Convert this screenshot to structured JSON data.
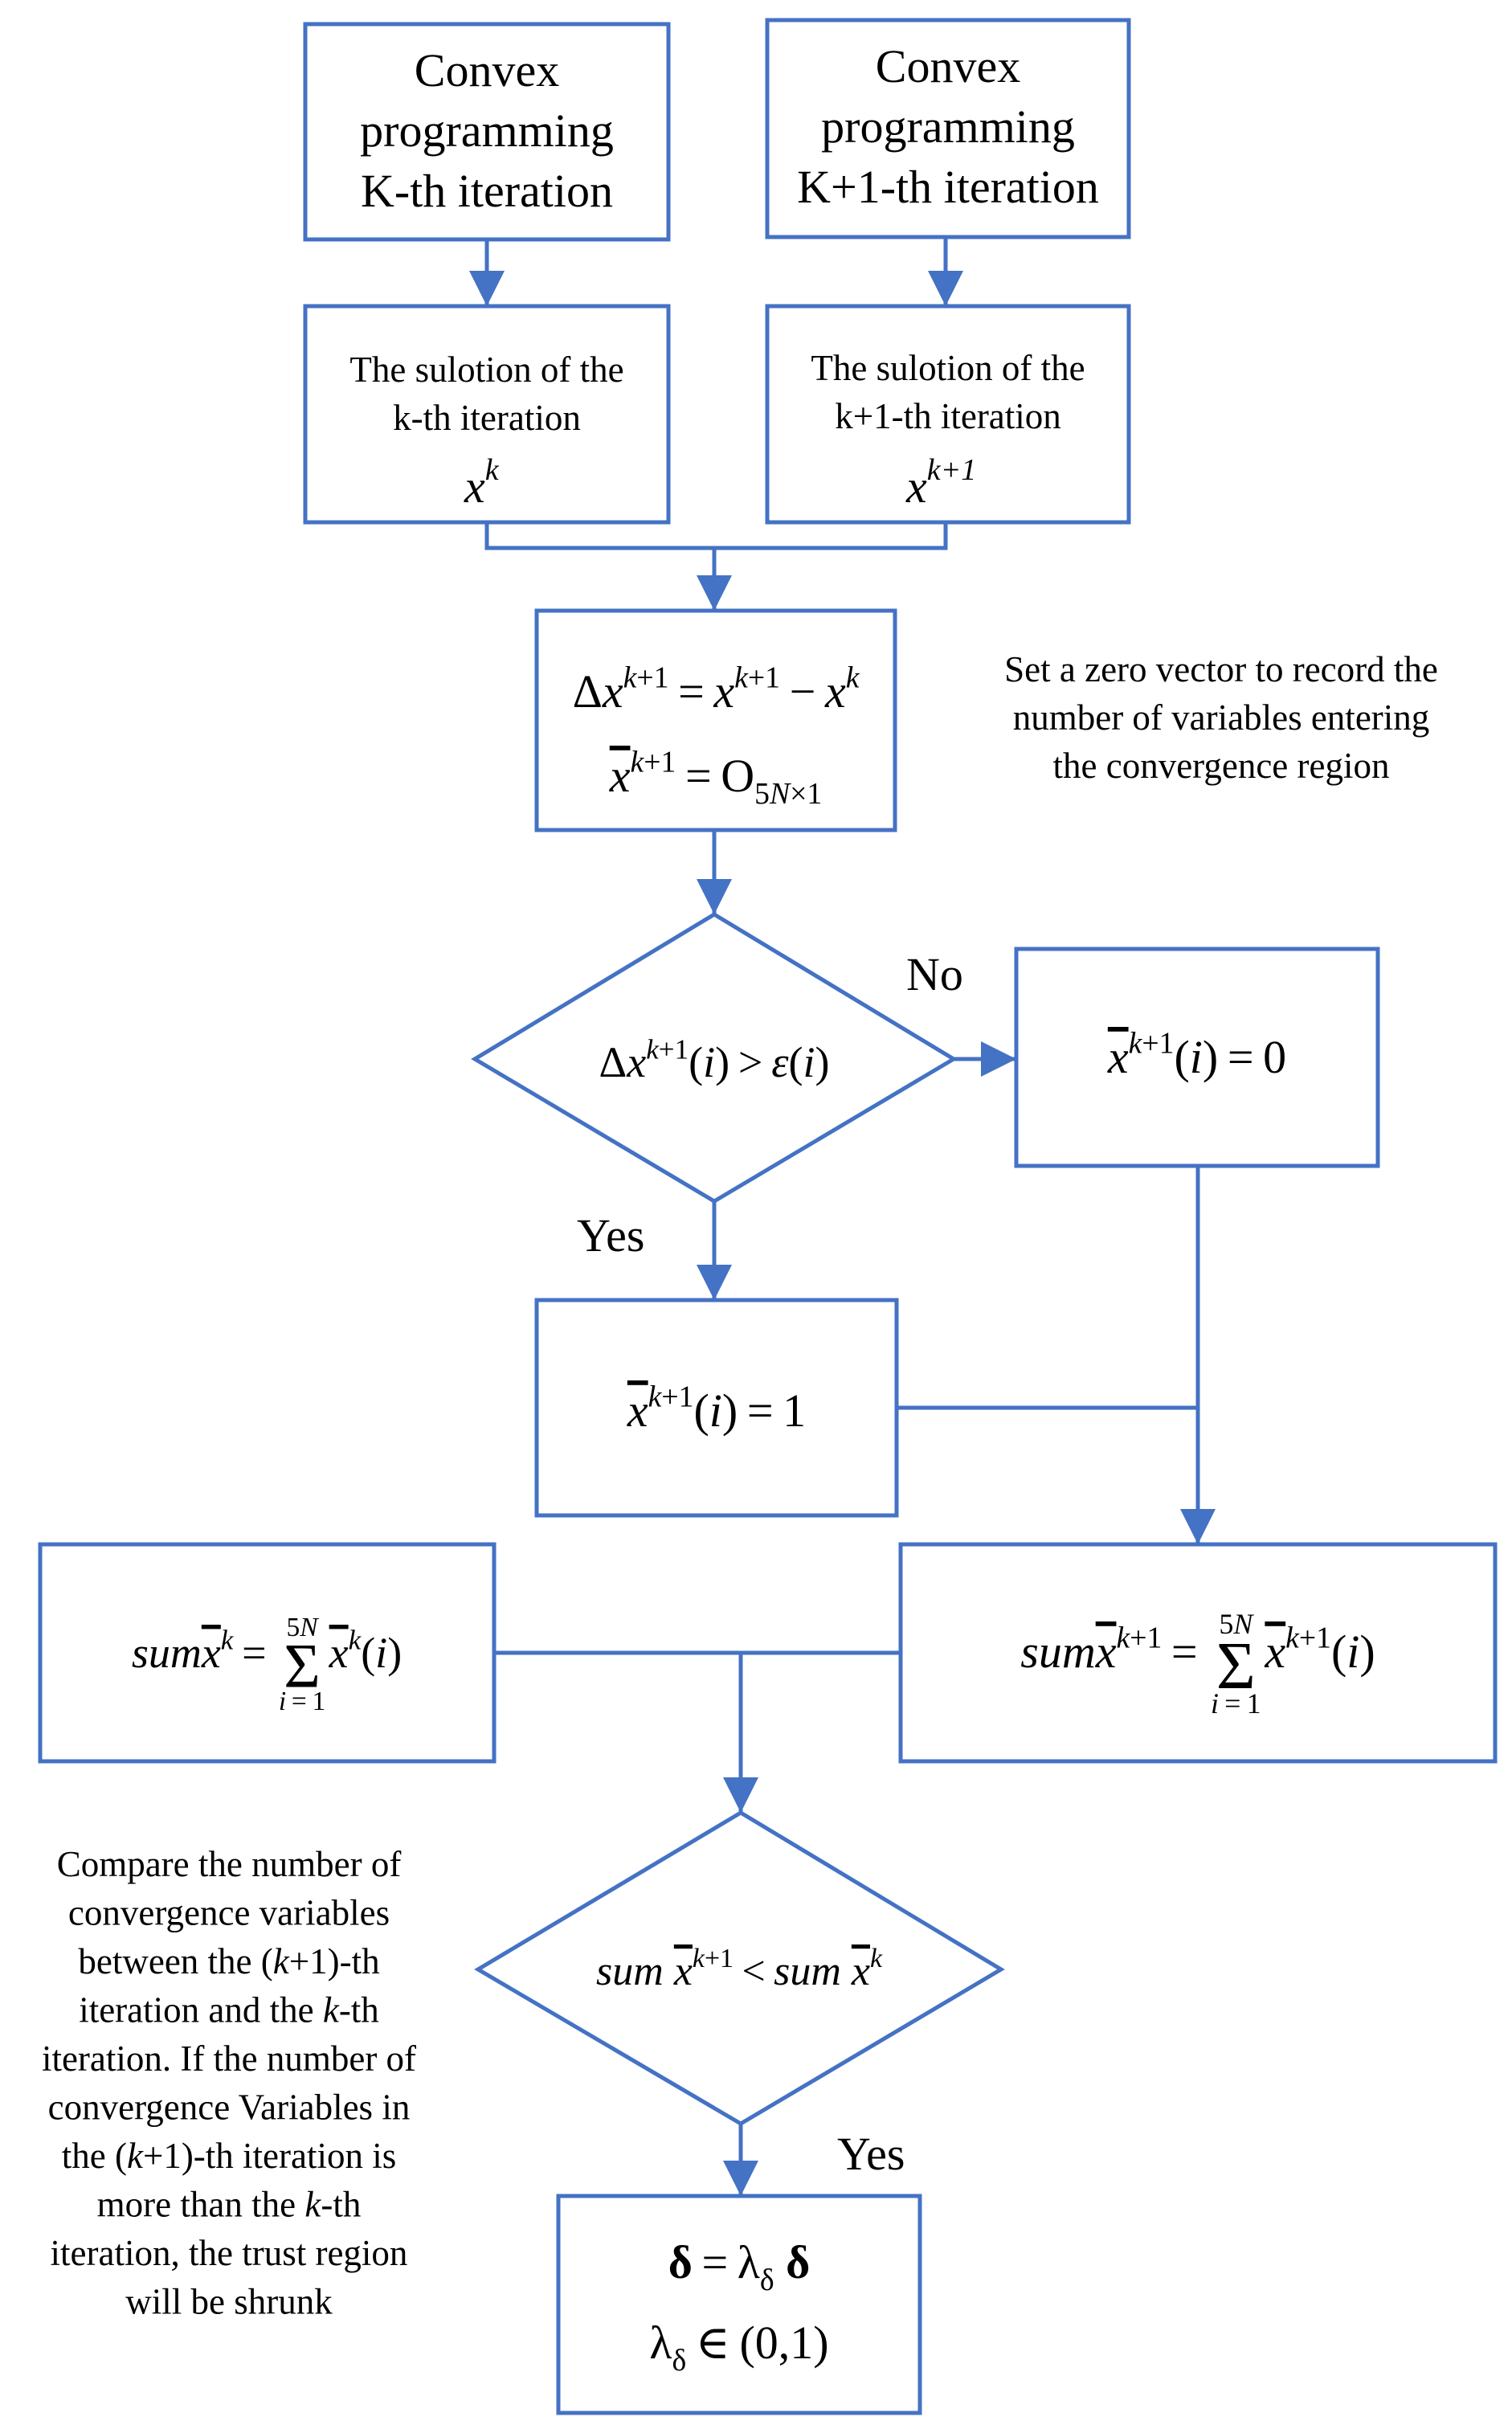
{
  "nodes": {
    "box1": {
      "lines": [
        "Convex",
        "programming",
        "K-th iteration"
      ]
    },
    "box2": {
      "lines": [
        "Convex",
        "programming",
        "K+1-th iteration"
      ]
    },
    "box3": {
      "lines": [
        "The sulotion of the",
        "k-th iteration"
      ],
      "var": "x",
      "sup": "k"
    },
    "box4": {
      "lines": [
        "The sulotion of the",
        "k+1-th iteration"
      ],
      "var": "x",
      "sup": "k+1"
    },
    "init_note": {
      "lines": [
        "Set a zero vector to record the",
        "number of variables entering",
        "the convergence region"
      ]
    },
    "compare_note": {
      "lines": [
        [
          "Compare the number of"
        ],
        [
          "convergence variables"
        ],
        [
          "between the (",
          "k",
          "+1)-th"
        ],
        [
          "iteration and the ",
          "k",
          "-th"
        ],
        [
          "iteration. If the  number of"
        ],
        [
          "convergence Variables in"
        ],
        [
          "the (",
          "k",
          "+1)-th iteration is"
        ],
        [
          "more than the ",
          "k",
          "-th"
        ],
        [
          "iteration, the trust region"
        ],
        [
          "will be shrunk"
        ]
      ]
    }
  },
  "labels": {
    "no": "No",
    "yes_1": "Yes",
    "yes_2": "Yes"
  },
  "formulas": {
    "delta_x": "Δx^{k+1} = x^{k+1} − x^k",
    "init": "x̄^{k+1} = O_{5N×1}",
    "condition": "Δx^{k+1}(i) > ε(i)",
    "set_zero": "x̄^{k+1}(i) = 0",
    "set_one": "x̄^{k+1}(i) = 1",
    "sum_k": "sum x̄^k = Σ_{i=1}^{5N} x̄^k(i)",
    "sum_k1": "sum x̄^{k+1} = Σ_{i=1}^{5N} x̄^{k+1}(i)",
    "compare": "sum x̄^{k+1} < sum x̄^k",
    "update": "δ = λ_δ δ",
    "range": "λ_δ ∈ (0,1)"
  },
  "colors": {
    "stroke": "#4472C4",
    "text": "#000000",
    "background": "#ffffff"
  }
}
